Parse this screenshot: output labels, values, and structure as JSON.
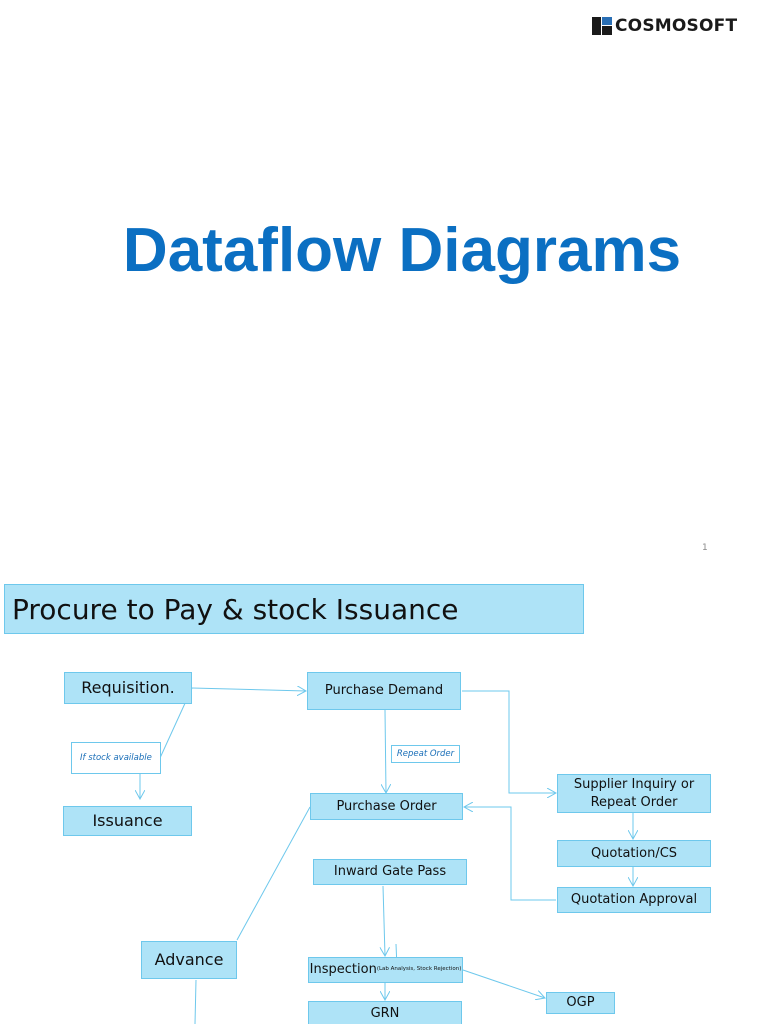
{
  "slide1": {
    "logo_text": "COSMOSOFT",
    "title": "Dataflow Diagrams",
    "page_number": "1"
  },
  "slide2": {
    "header": "Procure to Pay & stock Issuance",
    "nodes": {
      "requisition": "Requisition.",
      "purchase_demand": "Purchase Demand",
      "issuance": "Issuance",
      "purchase_order": "Purchase Order",
      "supplier_inquiry_line1": "Supplier Inquiry or",
      "supplier_inquiry_line2": "Repeat Order",
      "quotation_cs": "Quotation/CS",
      "inward_gate_pass": "Inward Gate Pass",
      "quotation_approval": "Quotation Approval",
      "advance": "Advance",
      "inspection": "Inspection",
      "inspection_sub": "(Lab Analysis, Stock Rejection)",
      "ogp": "OGP",
      "grn": "GRN"
    },
    "notes": {
      "if_stock_available": "If stock available",
      "repeat_order": "Repeat Order"
    }
  },
  "colors": {
    "title_blue": "#0b6fc2",
    "node_fill": "#aee3f7",
    "node_border": "#6ec8ec",
    "connector": "#6ec8ec",
    "logo_blue": "#2a6fb5",
    "logo_dark": "#1a1a1a"
  }
}
